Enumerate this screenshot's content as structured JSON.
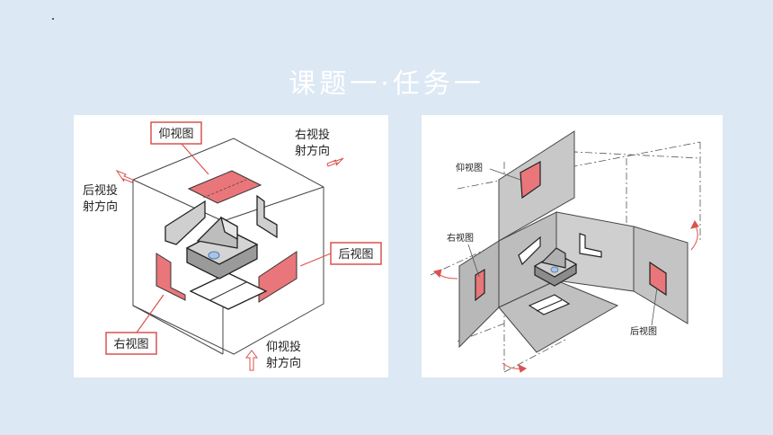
{
  "slide": {
    "title": "课题一·任务一"
  },
  "left_figure": {
    "labels": {
      "bottom_view_box": "仰视图",
      "right_projection_line1": "右视投",
      "right_projection_line2": "射方向",
      "rear_projection_line1": "后视投",
      "rear_projection_line2": "射方向",
      "rear_view_box": "后视图",
      "right_view_box": "右视图",
      "bottom_projection_line1": "仰视投",
      "bottom_projection_line2": "射方向"
    },
    "colors": {
      "highlight": "#e8767a",
      "label_border": "#d9534f"
    }
  },
  "right_figure": {
    "labels": {
      "bottom_view": "仰视图",
      "right_view": "右视图",
      "rear_view": "后视图"
    },
    "colors": {
      "plane": "#c8c8c8",
      "highlight": "#e8767a"
    }
  }
}
